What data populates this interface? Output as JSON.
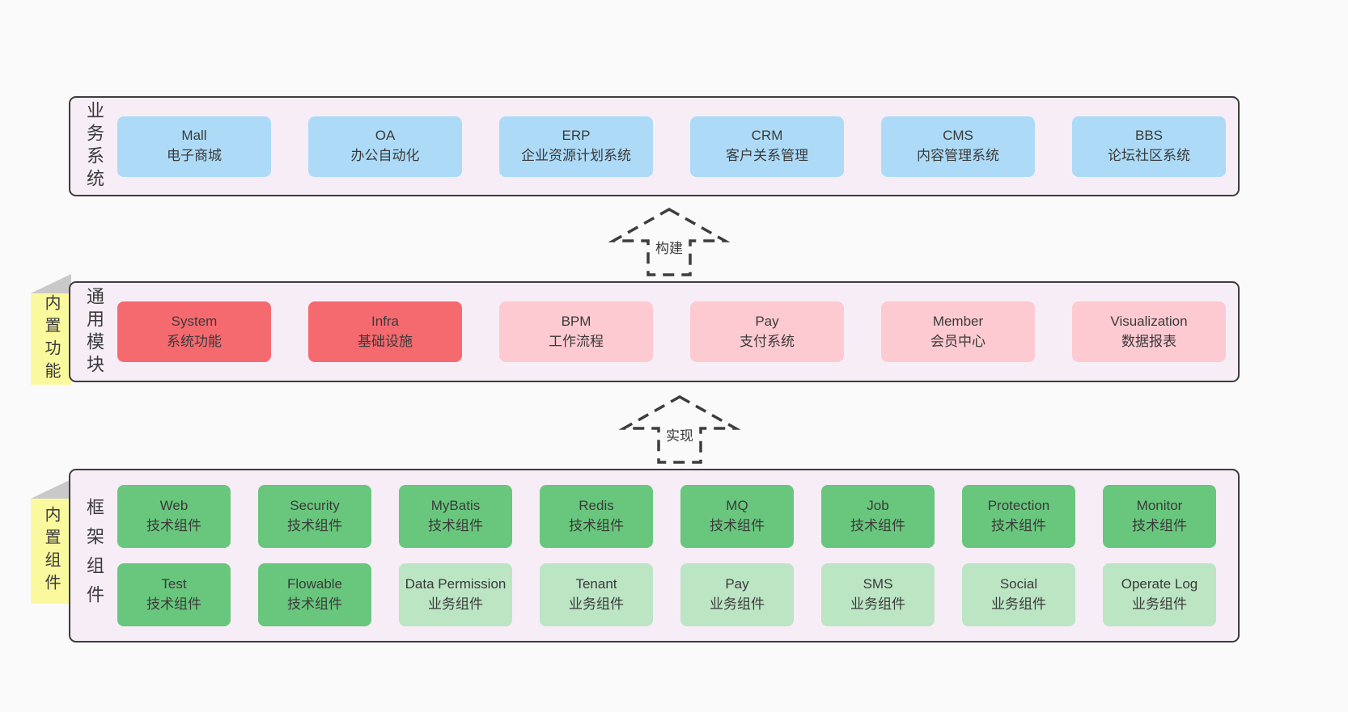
{
  "palette": {
    "page_bg": "#fafafa",
    "band_bg": "#f7edf6",
    "band_border": "#3d3d3d",
    "blue_box": "#addbf7",
    "red_box": "#f56a6f",
    "pink_box": "#fdcad2",
    "green_dark_box": "#69c77d",
    "green_light_box": "#bce5c4",
    "sticky_yellow": "#fbf99e",
    "sticky_fold_gray": "#c9c9c9",
    "text": "#3a3a3a"
  },
  "arrows": [
    {
      "label": "构建"
    },
    {
      "label": "实现"
    }
  ],
  "bands": [
    {
      "label": "业务系统",
      "boxes": [
        {
          "name": "Mall",
          "desc": "电子商城"
        },
        {
          "name": "OA",
          "desc": "办公自动化"
        },
        {
          "name": "ERP",
          "desc": "企业资源计划系统"
        },
        {
          "name": "CRM",
          "desc": "客户关系管理"
        },
        {
          "name": "CMS",
          "desc": "内容管理系统"
        },
        {
          "name": "BBS",
          "desc": "论坛社区系统"
        }
      ]
    },
    {
      "label": "通用模块",
      "sticky": "内置功能",
      "boxes": [
        {
          "name": "System",
          "desc": "系统功能"
        },
        {
          "name": "Infra",
          "desc": "基础设施"
        },
        {
          "name": "BPM",
          "desc": "工作流程"
        },
        {
          "name": "Pay",
          "desc": "支付系统"
        },
        {
          "name": "Member",
          "desc": "会员中心"
        },
        {
          "name": "Visualization",
          "desc": "数据报表"
        }
      ]
    },
    {
      "label": "框架组件",
      "sticky": "内置组件",
      "rows": [
        [
          {
            "name": "Web",
            "desc": "技术组件"
          },
          {
            "name": "Security",
            "desc": "技术组件"
          },
          {
            "name": "MyBatis",
            "desc": "技术组件"
          },
          {
            "name": "Redis",
            "desc": "技术组件"
          },
          {
            "name": "MQ",
            "desc": "技术组件"
          },
          {
            "name": "Job",
            "desc": "技术组件"
          },
          {
            "name": "Protection",
            "desc": "技术组件"
          },
          {
            "name": "Monitor",
            "desc": "技术组件"
          }
        ],
        [
          {
            "name": "Test",
            "desc": "技术组件"
          },
          {
            "name": "Flowable",
            "desc": "技术组件"
          },
          {
            "name": "Data Permission",
            "desc": "业务组件"
          },
          {
            "name": "Tenant",
            "desc": "业务组件"
          },
          {
            "name": "Pay",
            "desc": "业务组件"
          },
          {
            "name": "SMS",
            "desc": "业务组件"
          },
          {
            "name": "Social",
            "desc": "业务组件"
          },
          {
            "name": "Operate Log",
            "desc": "业务组件"
          }
        ]
      ]
    }
  ]
}
